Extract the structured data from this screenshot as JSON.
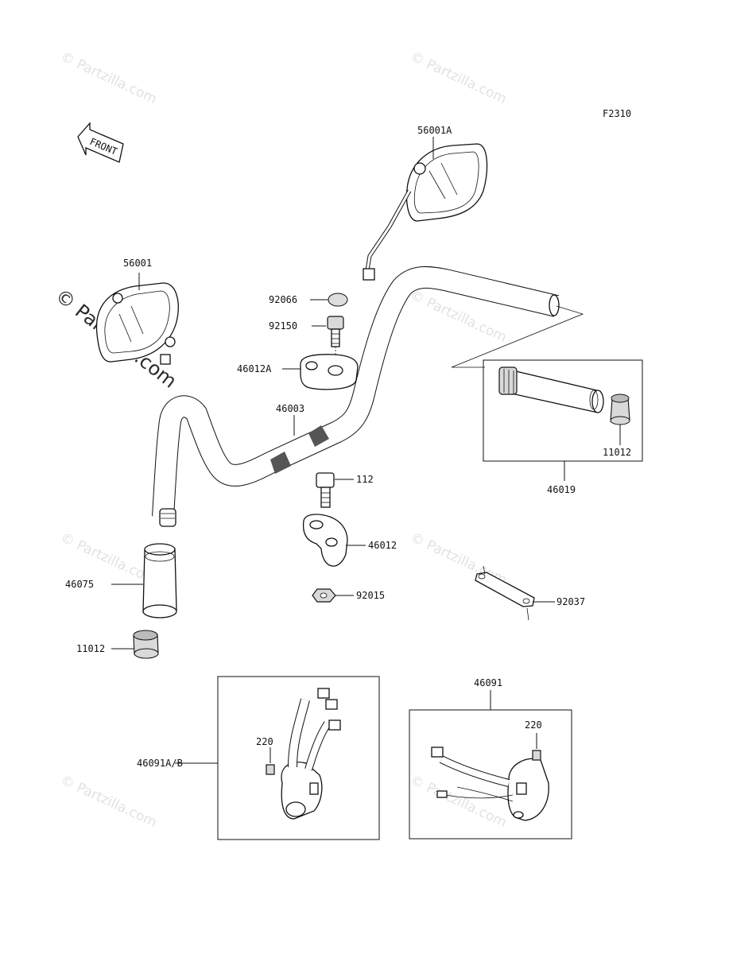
{
  "diagram": {
    "code": "F2310",
    "front_label": "FRONT",
    "watermark": "© Partzilla.com",
    "parts": [
      {
        "id": "56001A",
        "label": "56001A"
      },
      {
        "id": "56001",
        "label": "56001"
      },
      {
        "id": "92066",
        "label": "92066"
      },
      {
        "id": "92150",
        "label": "92150"
      },
      {
        "id": "46012A",
        "label": "46012A"
      },
      {
        "id": "46003",
        "label": "46003"
      },
      {
        "id": "112",
        "label": "112"
      },
      {
        "id": "46012",
        "label": "46012"
      },
      {
        "id": "92015",
        "label": "92015"
      },
      {
        "id": "46075",
        "label": "46075"
      },
      {
        "id": "11012-left",
        "label": "11012"
      },
      {
        "id": "11012-right",
        "label": "11012"
      },
      {
        "id": "46019",
        "label": "46019"
      },
      {
        "id": "92037",
        "label": "92037"
      },
      {
        "id": "46091A/B",
        "label": "46091A/B"
      },
      {
        "id": "220-left",
        "label": "220"
      },
      {
        "id": "46091",
        "label": "46091"
      },
      {
        "id": "220-right",
        "label": "220"
      }
    ]
  }
}
